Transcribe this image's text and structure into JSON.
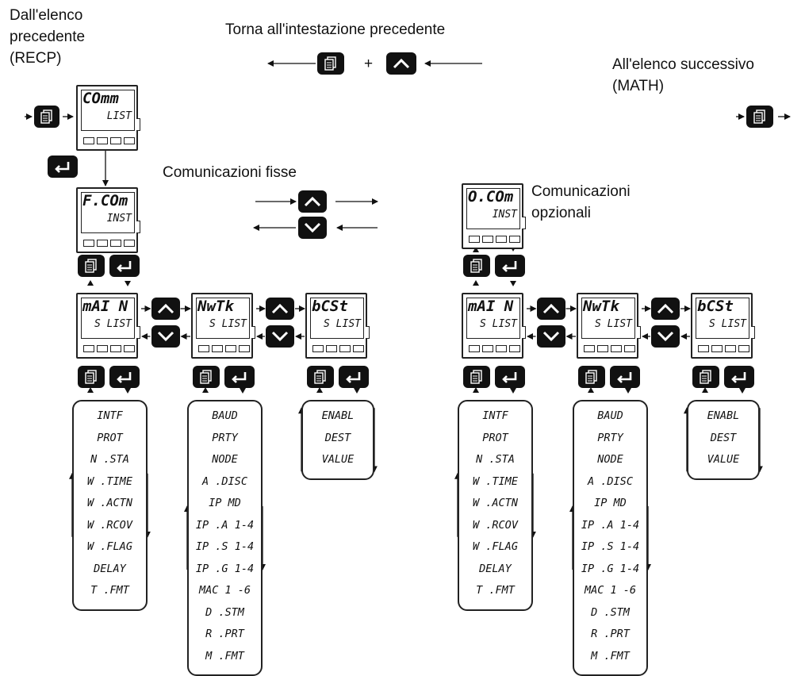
{
  "labels": {
    "from_prev": "Dall'elenco\nprecedente\n(RECP)",
    "back_header": "Torna all'intestazione precedente",
    "plus": "+",
    "to_next": "All'elenco successivo\n(MATH)",
    "fixed_comms": "Comunicazioni fisse",
    "optional_comms": "Comunicazioni\nopzionali"
  },
  "displays": {
    "comm": {
      "top": "COmm",
      "bottom": "LIST"
    },
    "fcom": {
      "top": "F.COm",
      "bottom": "INST"
    },
    "ocom": {
      "top": "O.COm",
      "bottom": "INST"
    },
    "main": {
      "top": "mAI N",
      "bottom": "S LIST"
    },
    "ntwk": {
      "top": "NwTk",
      "bottom": "S LIST"
    },
    "bcst": {
      "top": "bCSt",
      "bottom": "S LIST"
    }
  },
  "lists": {
    "main": [
      "INTF",
      "PROT",
      "N .STA",
      "W .TIME",
      "W .ACTN",
      "W .RCOV",
      "W .FLAG",
      "DELAY",
      "T .FMT"
    ],
    "ntwk": [
      "BAUD",
      "PRTY",
      "NODE",
      "A .DISC",
      "IP MD",
      "IP .A 1-4",
      "IP .S 1-4",
      "IP .G 1-4",
      "MAC 1 -6",
      "D .STM",
      "R .PRT",
      "M .FMT"
    ],
    "bcst": [
      "ENABL",
      "DEST",
      "VALUE"
    ]
  },
  "icons": {
    "page": "page-icon",
    "up": "up-arrow-icon",
    "down": "down-arrow-icon",
    "enter": "enter-icon"
  }
}
